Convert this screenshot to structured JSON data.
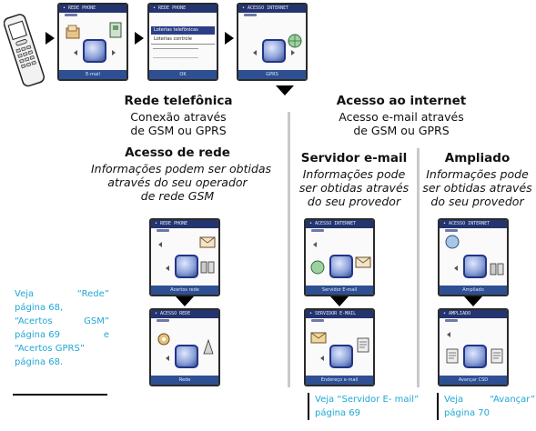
{
  "top_screens": [
    {
      "top": "• REDE PHONE",
      "bottom": "E-mail"
    },
    {
      "top": "• REDE PHONE",
      "menu": [
        "Loterias telefônicas",
        "Loterias controle"
      ],
      "bottom": "OK"
    },
    {
      "top": "• ACESSO INTERNET",
      "bottom": "GPRS"
    }
  ],
  "phone_section": {
    "title": "Rede telefônica",
    "line1": "Conexão através",
    "line2": "de GSM ou GPRS"
  },
  "internet_section": {
    "title": "Acesso ao internet",
    "line1": "Acesso e-mail através",
    "line2": "de GSM ou GPRS"
  },
  "network_access": {
    "title": "Acesso de rede",
    "lines": [
      "Informações podem ser obtidas",
      "através do seu operador",
      "de rede GSM"
    ],
    "screens": [
      {
        "top": "• REDE PHONE",
        "bottom": "Acertos rede"
      },
      {
        "top": "• ACESSO REDE",
        "bottom": "Rede"
      }
    ]
  },
  "mail_server": {
    "title": "Servidor e-mail",
    "lines": [
      "Informações pode",
      "ser obtidas através",
      "do seu provedor"
    ],
    "screens": [
      {
        "top": "• ACESSO INTERNET",
        "bottom": "Servidor E-mail"
      },
      {
        "top": "• SERVIDOR E-MAIL",
        "bottom": "Endereço e-mail"
      }
    ],
    "note": {
      "text1": "Veja “Servidor E- mail”",
      "text2": "página 69"
    }
  },
  "advanced": {
    "title": "Ampliado",
    "lines": [
      "Informações pode",
      "ser obtidas através",
      "do seu provedor"
    ],
    "screens": [
      {
        "top": "• ACESSO INTERNET",
        "bottom": "Ampliado"
      },
      {
        "top": "• AMPLIADO",
        "bottom": "Avançar CSD"
      }
    ],
    "note": {
      "a": "Veja",
      "b": "“Avançar”",
      "text2": "página 70"
    }
  },
  "side_note": {
    "r1a": "Veja",
    "r1b": "“Rede”",
    "r2": "página 68,",
    "r3a": "“Acertos",
    "r3b": "GSM”",
    "r4a": "página 69",
    "r4b": "e",
    "r5": "“Acertos GPRS”",
    "r6": "página 68."
  },
  "colors": {
    "accent": "#20a7d6",
    "screen_bar": "#24346e",
    "screen_bottom": "#2e4f92",
    "divider": "#c9c9c9"
  }
}
